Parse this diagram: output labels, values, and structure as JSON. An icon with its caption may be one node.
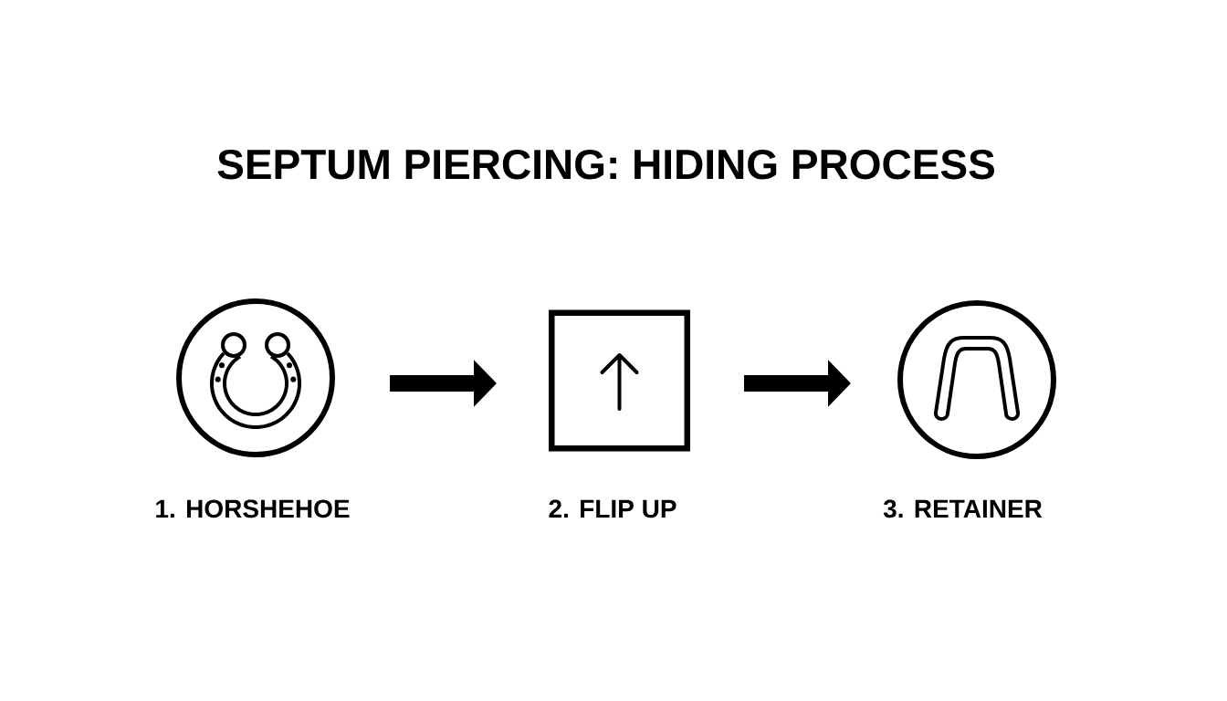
{
  "diagram": {
    "title": "SEPTUM PIERCING: HIDING PROCESS",
    "nodes": [
      {
        "text": [
          "1. HORSHEHOE"
        ]
      },
      {
        "text": [
          "2. FLIP UP"
        ]
      },
      {
        "text": [
          "3. RETAINER"
        ]
      }
    ],
    "edges": [
      {
        "from": 0,
        "to": 1,
        "arrow": "to"
      },
      {
        "from": 1,
        "to": 2,
        "arrow": "to"
      }
    ]
  }
}
